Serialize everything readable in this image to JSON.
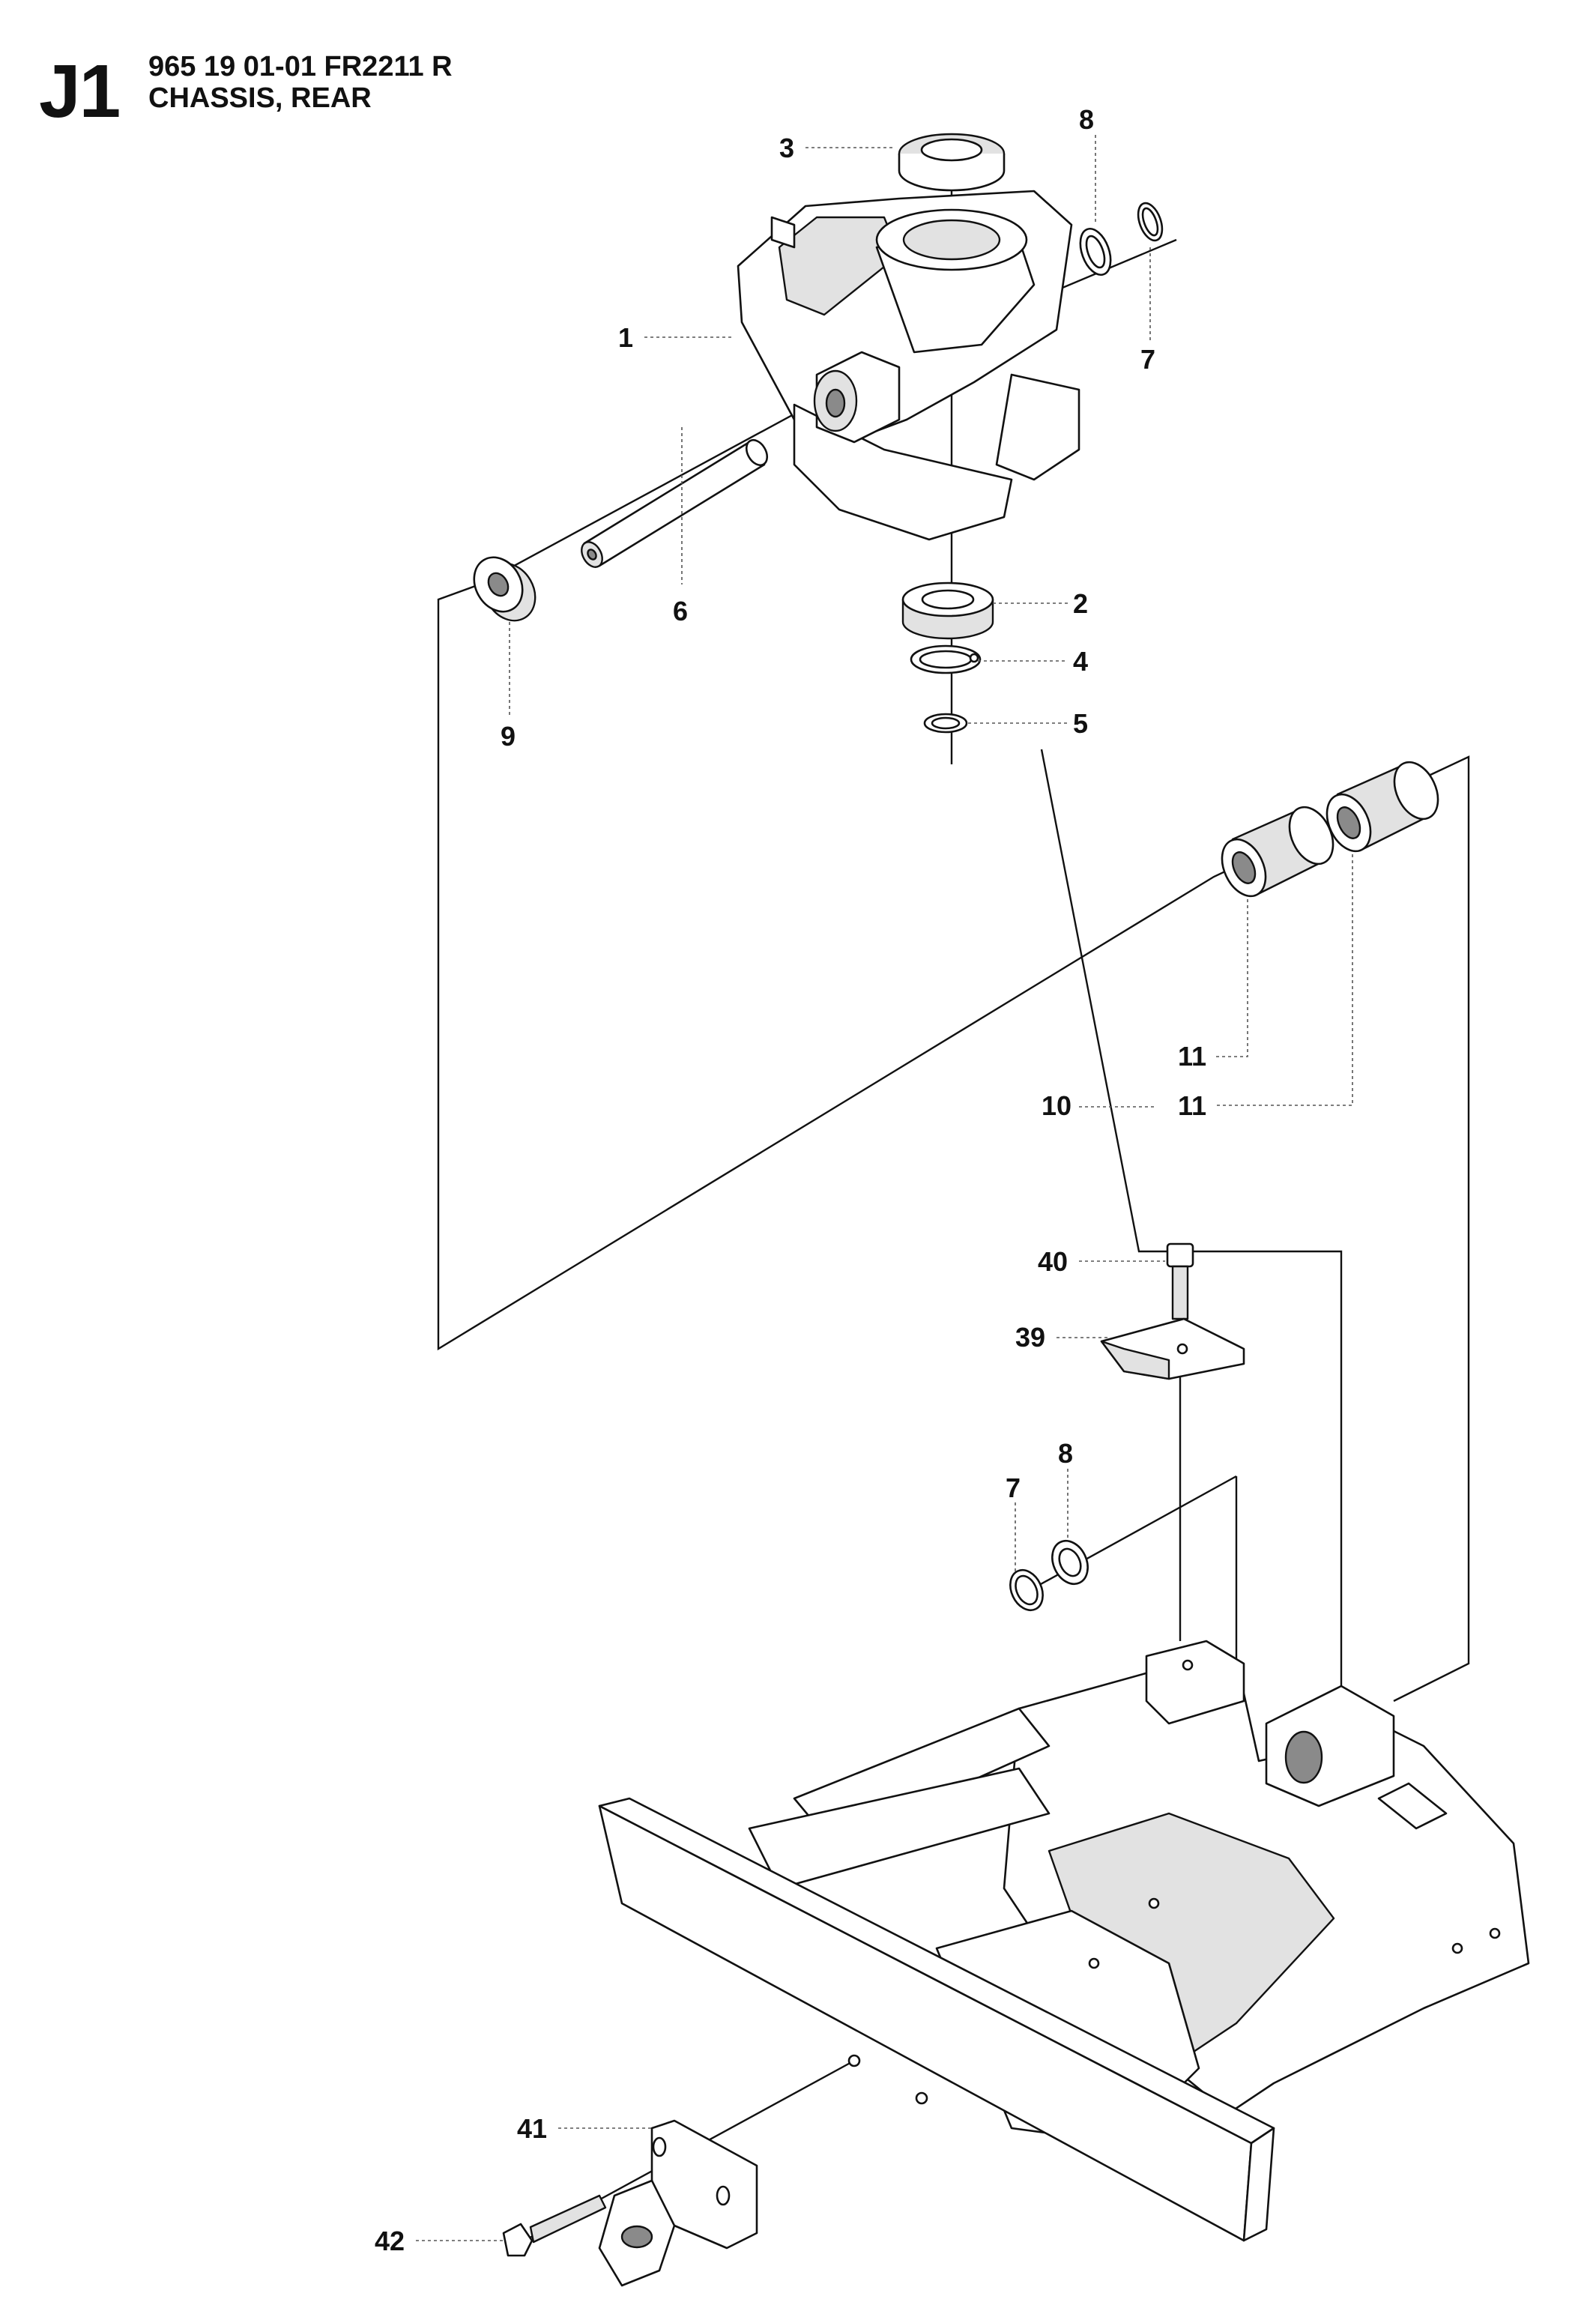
{
  "header": {
    "section_code": "J1",
    "line1": "965 19 01-01 FR2211 R",
    "line2": "CHASSIS, REAR"
  },
  "callouts": {
    "c1": "1",
    "c2": "2",
    "c3": "3",
    "c4": "4",
    "c5": "5",
    "c6": "6",
    "c7a": "7",
    "c8a": "8",
    "c9": "9",
    "c10": "10",
    "c11a": "11",
    "c11b": "11",
    "c39": "39",
    "c40": "40",
    "c7b": "7",
    "c8b": "8",
    "c41": "41",
    "c42": "42"
  }
}
